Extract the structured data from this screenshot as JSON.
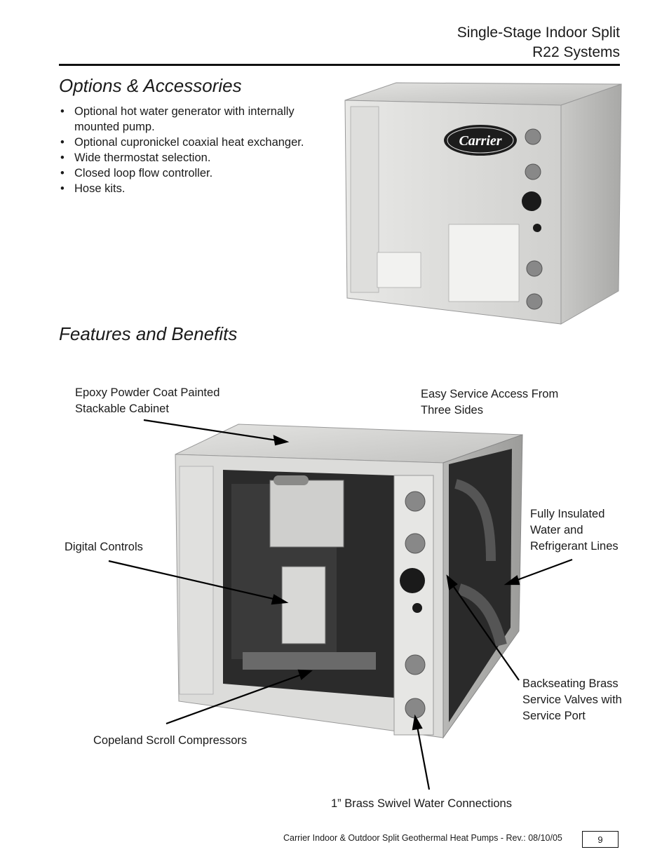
{
  "header": {
    "title_line1": "Single-Stage Indoor Split",
    "title_line2": "R22 Systems"
  },
  "options": {
    "heading": "Options & Accessories",
    "items": [
      "Optional hot water generator with internally mounted pump.",
      "Optional cupronickel coaxial heat exchanger.",
      "Wide thermostat selection.",
      "Closed loop flow controller.",
      "Hose kits."
    ]
  },
  "features": {
    "heading": "Features and Benefits",
    "callouts": {
      "cabinet_line1": "Epoxy Powder Coat Painted",
      "cabinet_line2": "Stackable Cabinet",
      "access_line1": "Easy Service Access From",
      "access_line2": "Three Sides",
      "insulated_line1": "Fully Insulated",
      "insulated_line2": "Water and",
      "insulated_line3": "Refrigerant Lines",
      "controls": "Digital Controls",
      "valves_line1": "Backseating Brass",
      "valves_line2": "Service Valves with",
      "valves_line3": "Service Port",
      "compressors": "Copeland Scroll Compressors",
      "connections": "1” Brass Swivel Water Connections"
    }
  },
  "product_logo": "Carrier",
  "footer": {
    "text": "Carrier Indoor & Outdoor Split Geothermal Heat Pumps - Rev.: 08/10/05",
    "page_number": "9"
  }
}
